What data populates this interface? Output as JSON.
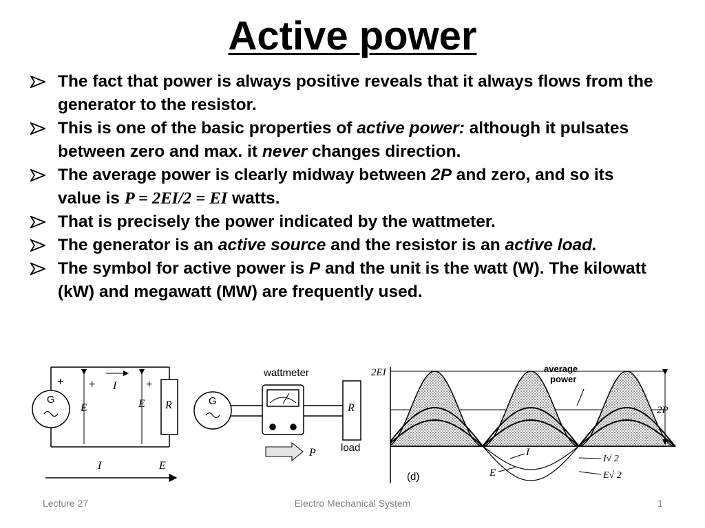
{
  "slide": {
    "title": "Active power",
    "bullets": [
      {
        "parts": [
          {
            "text": "The fact that power is always positive reveals that it always flows from the generator to the resistor.",
            "style": "normal"
          }
        ]
      },
      {
        "parts": [
          {
            "text": "This is one of the basic properties of ",
            "style": "normal"
          },
          {
            "text": "active power:",
            "style": "italic"
          },
          {
            "text": " although it pulsates between zero and max. it ",
            "style": "normal"
          },
          {
            "text": "never",
            "style": "italic"
          },
          {
            "text": " changes direction.",
            "style": "normal"
          }
        ]
      },
      {
        "parts": [
          {
            "text": "The average power is clearly midway between ",
            "style": "normal"
          },
          {
            "text": "2P",
            "style": "italic"
          },
          {
            "text": " and zero, and so its value is ",
            "style": "normal"
          },
          {
            "text": "P = 2EI/2 = EI",
            "style": "serif"
          },
          {
            "text": " watts.",
            "style": "normal"
          }
        ]
      },
      {
        "parts": [
          {
            "text": "That is precisely the power indicated by the wattmeter.",
            "style": "normal"
          }
        ]
      },
      {
        "parts": [
          {
            "text": "The generator is an ",
            "style": "normal"
          },
          {
            "text": "active source",
            "style": "italic"
          },
          {
            "text": " and the resistor is an ",
            "style": "normal"
          },
          {
            "text": "active load.",
            "style": "italic"
          }
        ]
      },
      {
        "parts": [
          {
            "text": "The symbol for active power is ",
            "style": "normal"
          },
          {
            "text": "P",
            "style": "italic"
          },
          {
            "text": " and the unit is the watt (W). The kilowatt (kW) and megawatt (MW) are frequently used.",
            "style": "normal"
          }
        ]
      }
    ]
  },
  "figure": {
    "circuit_labels": {
      "generator": "G",
      "ac_symbol": "~",
      "plus": "+",
      "E": "E",
      "I": "I",
      "R": "R"
    },
    "wattmeter_labels": {
      "wattmeter": "wattmeter",
      "generator": "G",
      "ac_symbol": "~",
      "R": "R",
      "load": "load",
      "P": "P"
    },
    "waveform_labels": {
      "peak": "2EI",
      "average": "average",
      "power": "power",
      "two_p": "2P",
      "I": "I",
      "E": "E",
      "i_rms": "I√ 2",
      "e_rms": "E√ 2",
      "panel": "(d)"
    }
  },
  "footer": {
    "left": "Lecture 27",
    "center": "Electro Mechanical System",
    "right": "1"
  }
}
